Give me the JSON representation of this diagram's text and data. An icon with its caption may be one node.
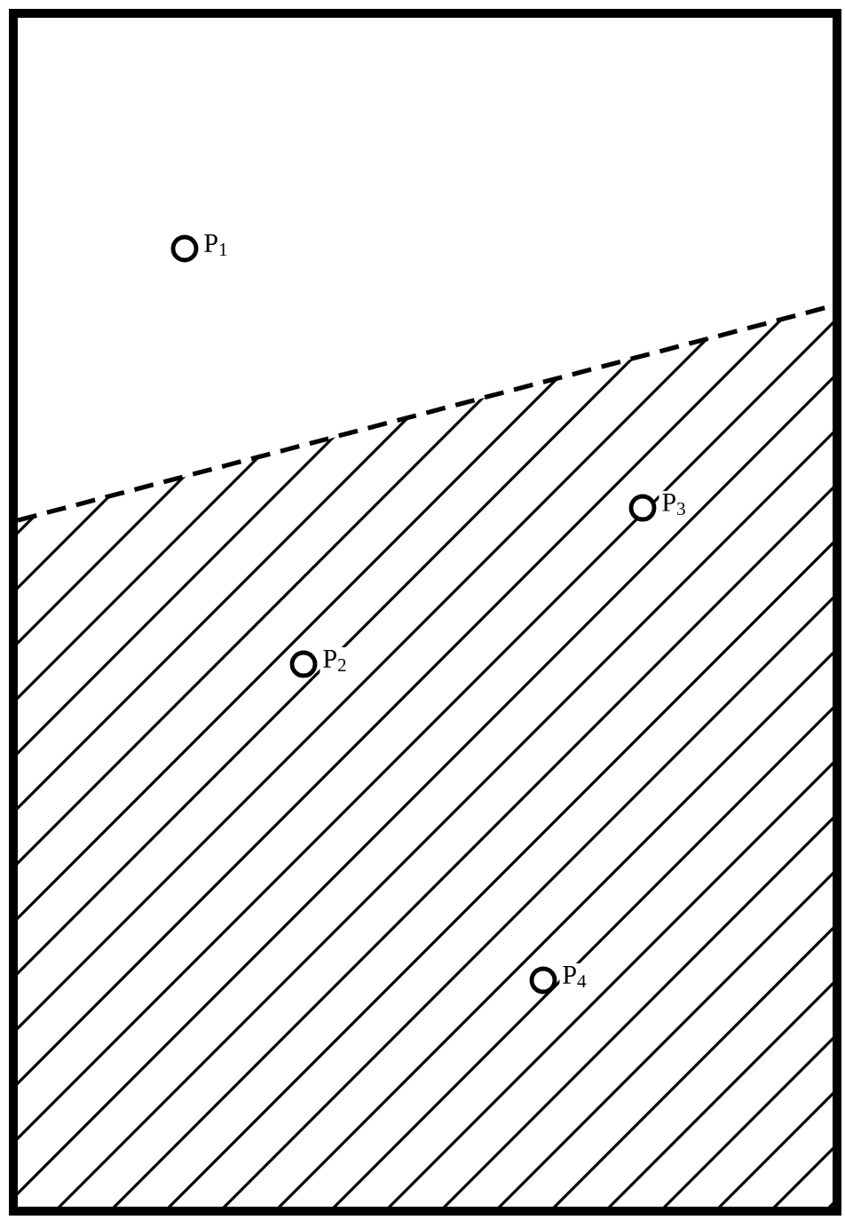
{
  "diagram": {
    "labels": [
      "P$_{1}$",
      "P$_{3}$",
      "P$_{2}$",
      "P$_{4}$"
    ]
  }
}
